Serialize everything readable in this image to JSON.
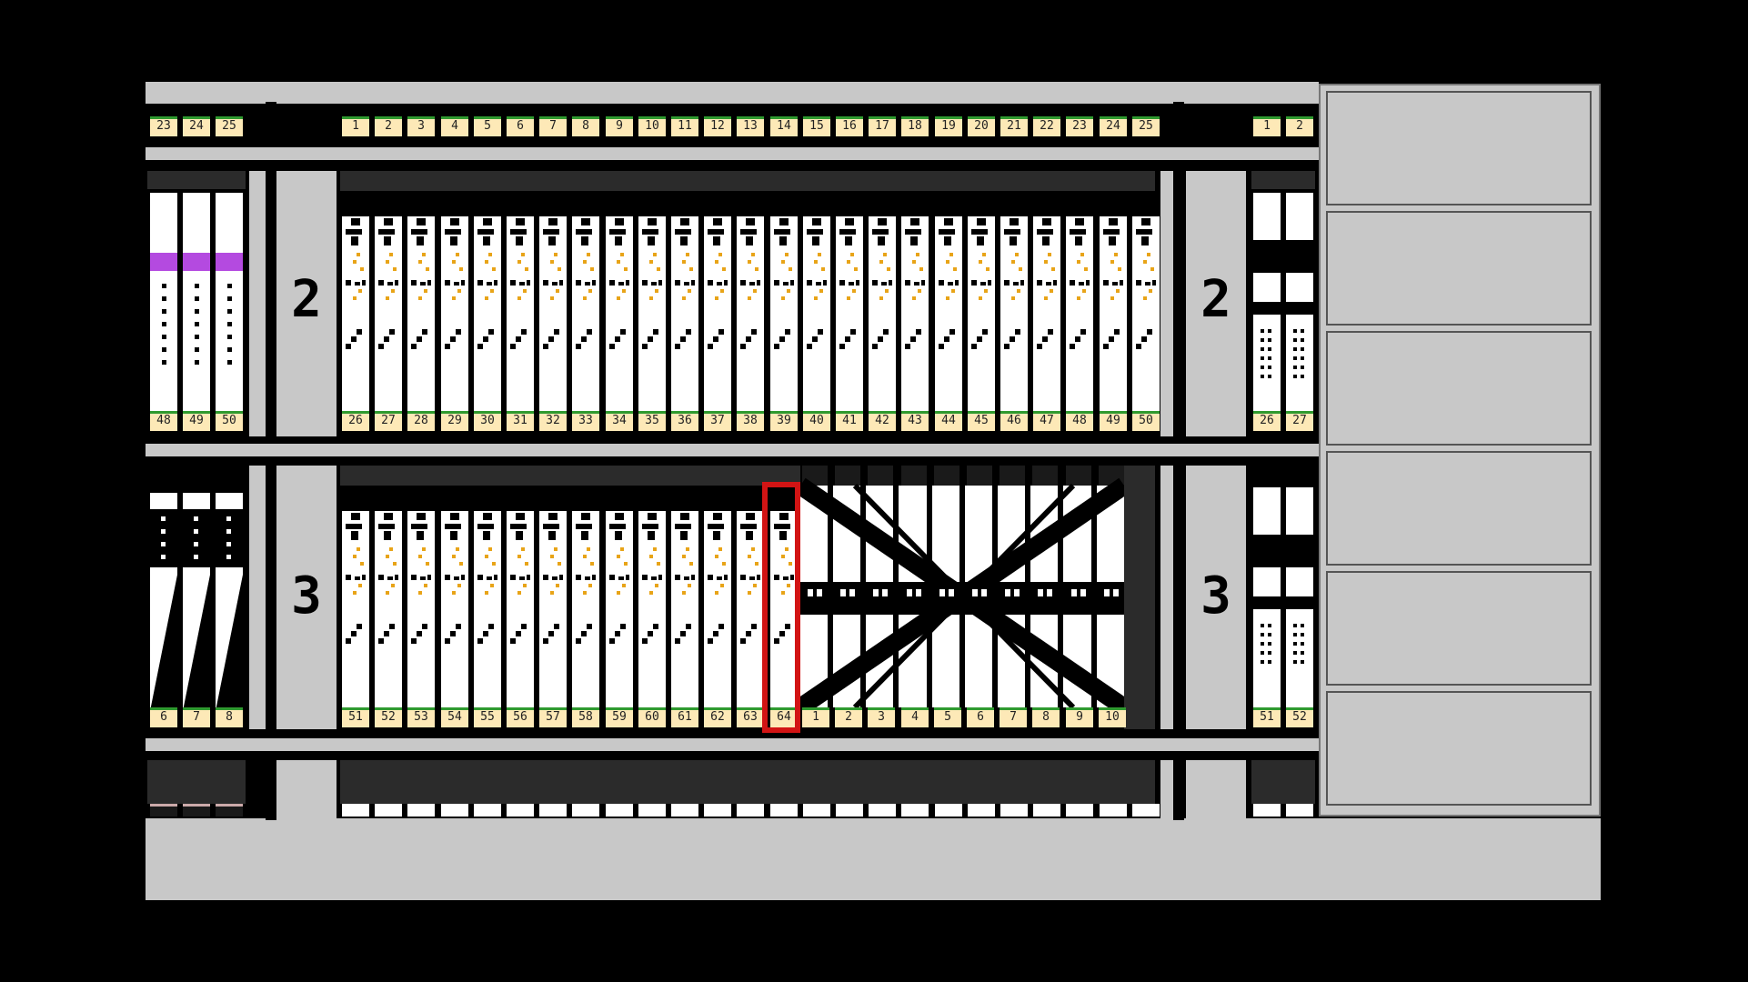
{
  "rack": {
    "top_row": {
      "left_labels": [
        "23",
        "24",
        "25"
      ],
      "main_labels": [
        "1",
        "2",
        "3",
        "4",
        "5",
        "6",
        "7",
        "8",
        "9",
        "10",
        "11",
        "12",
        "13",
        "14",
        "15",
        "16",
        "17",
        "18",
        "19",
        "20",
        "21",
        "22",
        "23",
        "24",
        "25"
      ],
      "right_labels": [
        "1",
        "2"
      ]
    },
    "shelf2": {
      "slot_number": "2",
      "left_labels": [
        "48",
        "49",
        "50"
      ],
      "main_labels": [
        "26",
        "27",
        "28",
        "29",
        "30",
        "31",
        "32",
        "33",
        "34",
        "35",
        "36",
        "37",
        "38",
        "39",
        "40",
        "41",
        "42",
        "43",
        "44",
        "45",
        "46",
        "47",
        "48",
        "49",
        "50"
      ],
      "right_labels": [
        "26",
        "27"
      ],
      "left_stripe_color": "#b44ae0"
    },
    "shelf3": {
      "slot_number": "3",
      "left_labels": [
        "6",
        "7",
        "8"
      ],
      "main_labels": [
        "51",
        "52",
        "53",
        "54",
        "55",
        "56",
        "57",
        "58",
        "59",
        "60",
        "61",
        "62",
        "63",
        "64"
      ],
      "patch_labels": [
        "1",
        "2",
        "3",
        "4",
        "5",
        "6",
        "7",
        "8",
        "9",
        "10"
      ],
      "right_labels": [
        "51",
        "52"
      ],
      "selected_label": "64",
      "highlight_color": "#d21414"
    },
    "side_panel_cells": 6
  }
}
